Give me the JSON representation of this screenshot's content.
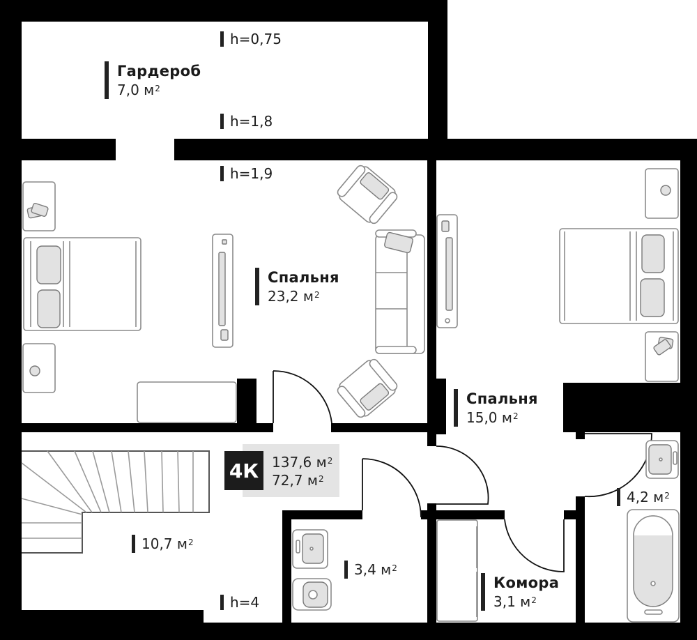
{
  "plan": {
    "unit_type": "4К",
    "total_area": "137,6 м",
    "living_area": "72,7 м",
    "area_unit_sup": "2"
  },
  "rooms": [
    {
      "id": "wardrobe",
      "name": "Гардероб",
      "area": "7,0 м",
      "sup": "2"
    },
    {
      "id": "bedroom-main",
      "name": "Спальня",
      "area": "23,2 м",
      "sup": "2"
    },
    {
      "id": "bedroom-second",
      "name": "Спальня",
      "area": "15,0 м",
      "sup": "2"
    },
    {
      "id": "hall",
      "name": "",
      "area": "10,7 м",
      "sup": "2"
    },
    {
      "id": "wc",
      "name": "",
      "area": "3,4 м",
      "sup": "2"
    },
    {
      "id": "storage",
      "name": "Комора",
      "area": "3,1 м",
      "sup": "2"
    },
    {
      "id": "bathroom",
      "name": "",
      "area": "4,2 м",
      "sup": "2"
    }
  ],
  "heights": [
    {
      "id": "h-wardrobe-top",
      "text": "h=0,75"
    },
    {
      "id": "h-wardrobe-bottom",
      "text": "h=1,8"
    },
    {
      "id": "h-bedroom-top",
      "text": "h=1,9"
    },
    {
      "id": "h-hall",
      "text": "h=4"
    }
  ],
  "colors": {
    "wall": "#000000",
    "furniture_stroke": "#8a8a8a",
    "furniture_fill": "#e2e2e2",
    "badge_bg": "#1c1c1c",
    "summary_bg": "#e4e4e4"
  }
}
